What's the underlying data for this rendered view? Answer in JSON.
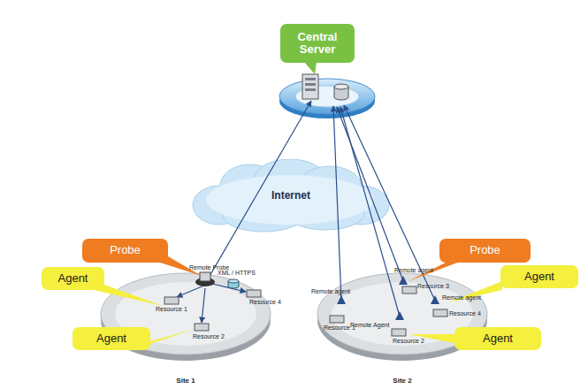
{
  "diagram": {
    "nodes": [
      {
        "text": [
          "Central Server"
        ]
      },
      {
        "text": [
          "Internet"
        ]
      },
      {
        "text": [
          "Site 1"
        ]
      },
      {
        "text": [
          "Site 2"
        ]
      },
      {
        "text": [
          "Probe"
        ]
      },
      {
        "text": [
          "Agent"
        ]
      },
      {
        "text": [
          "Agent"
        ]
      },
      {
        "text": [
          "Probe"
        ]
      },
      {
        "text": [
          "Agent"
        ]
      },
      {
        "text": [
          "Agent"
        ]
      }
    ],
    "labels": [
      "Remote Probe",
      "XML / HTTPS",
      "Resource 1",
      "Resource 2",
      "Resource 4",
      "Remote agent",
      "Resource 1",
      "Remote agent",
      "Resource 3",
      "Remote agent",
      "Resource 4",
      "Remote Agent",
      "Resource 2"
    ]
  }
}
